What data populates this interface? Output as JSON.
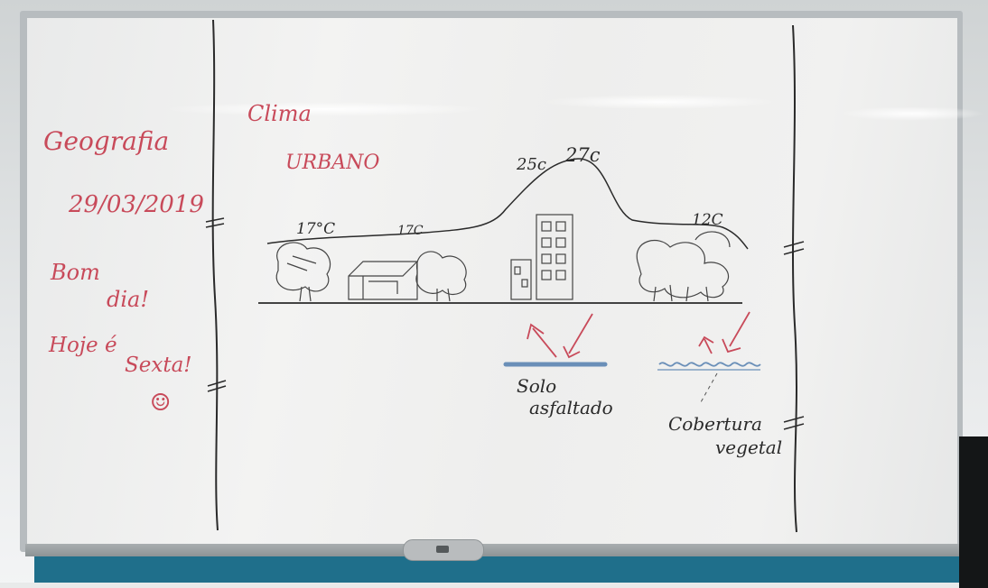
{
  "board": {
    "left_panel": {
      "subject": "Geografia",
      "date": "29/03/2019",
      "greeting_line1": "Bom",
      "greeting_line2": "dia!",
      "day_line1": "Hoje é",
      "day_line2": "Sexta!",
      "smiley": "☺"
    },
    "center_panel": {
      "title_line1": "Clima",
      "title_line2": "URBANO",
      "temp_left": "17°C",
      "temp_houses": "17C",
      "temp_center_left": "25c",
      "temp_peak": "27c",
      "temp_right": "12C",
      "surface_label_line1": "Solo",
      "surface_label_line2": "asfaltado",
      "vegetation_label_line1": "Cobertura",
      "vegetation_label_line2": "vegetal"
    },
    "colors": {
      "red_marker": "#c84a5a",
      "black_marker": "#2a2a2a",
      "blue_asphalt": "#6a8fb8",
      "tray_blue": "#1f6f8b"
    }
  }
}
